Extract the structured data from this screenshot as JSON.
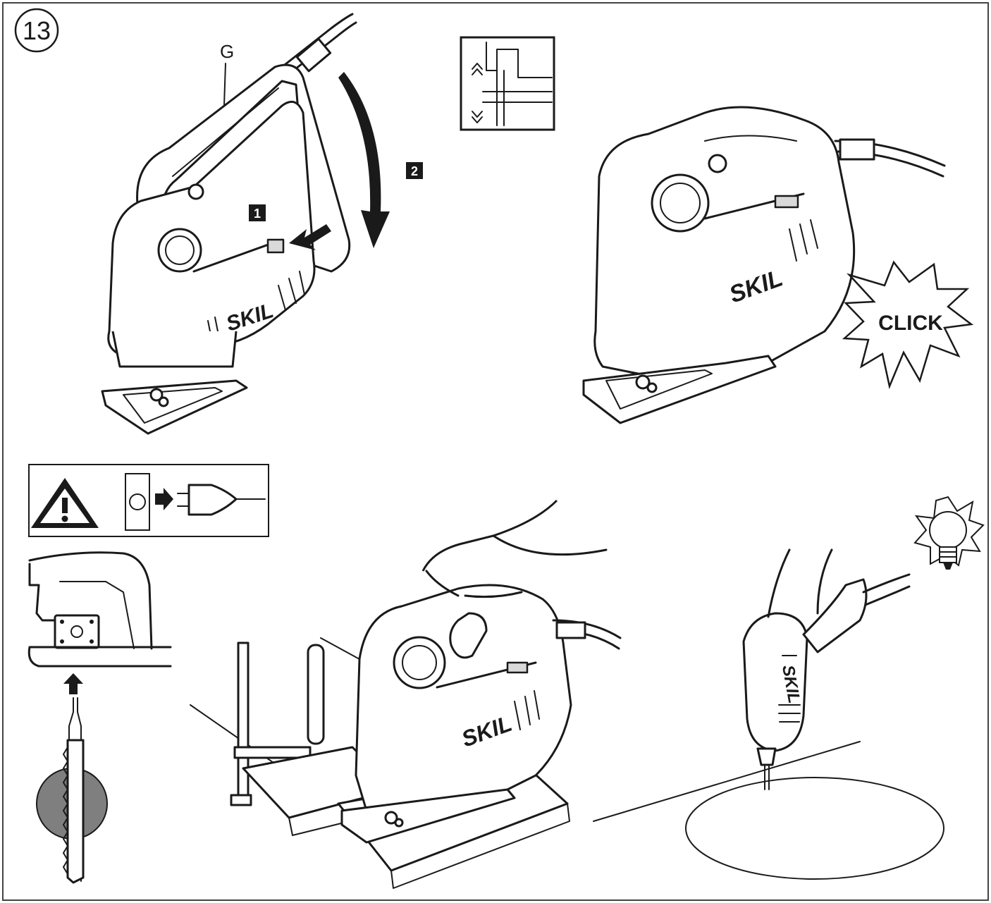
{
  "figure_number": "13",
  "labels": {
    "part_g": "G",
    "step_1": "1",
    "step_2": "2",
    "click": "CLICK"
  },
  "brand": {
    "logo_text": "SKIL"
  },
  "icons": {
    "warning": "warning-triangle-icon",
    "unplug": "unplug-icon",
    "height_adjust": "up-down-chevrons-icon",
    "insert_arrow": "arrow-up-icon",
    "light": "light-bulb-icon"
  },
  "colors": {
    "line": "#1a1a1a",
    "background": "#ffffff",
    "shade": "#7f7f7f"
  }
}
